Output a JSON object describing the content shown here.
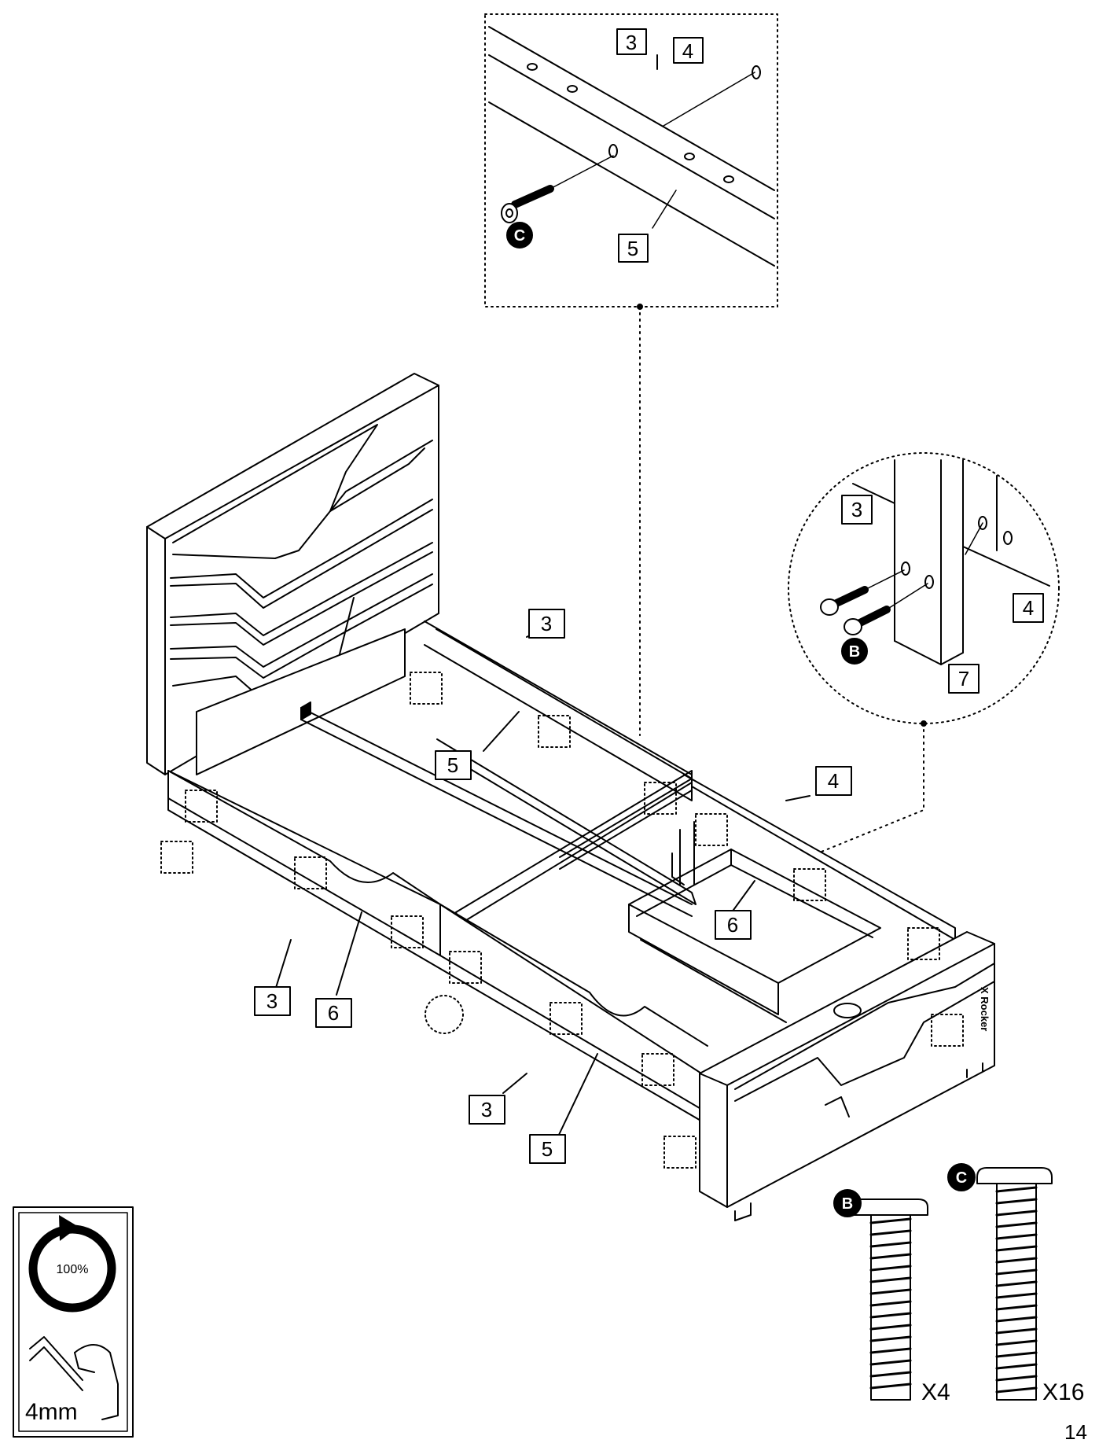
{
  "detail_top": {
    "labels": {
      "rail_a": "3",
      "rail_b": "4",
      "slat": "5",
      "bolt": "C"
    }
  },
  "detail_circle": {
    "labels": {
      "rail_side": "3",
      "rail_end": "4",
      "leg": "7",
      "bolt": "B"
    }
  },
  "main_view": {
    "labels": {
      "side_rail_back": "3",
      "center_slat": "5",
      "end_rail": "4",
      "support_frame": "6",
      "side_rail_front": "3",
      "side_panel_clip": "6",
      "side_rail_front_b": "3",
      "front_slat": "5"
    },
    "brand": "X Rocker"
  },
  "tool_panel": {
    "torque": "100%",
    "tool_size": "4mm"
  },
  "hardware": [
    {
      "letter": "B",
      "quantity": "X4"
    },
    {
      "letter": "C",
      "quantity": "X16"
    }
  ],
  "page_number": "14"
}
